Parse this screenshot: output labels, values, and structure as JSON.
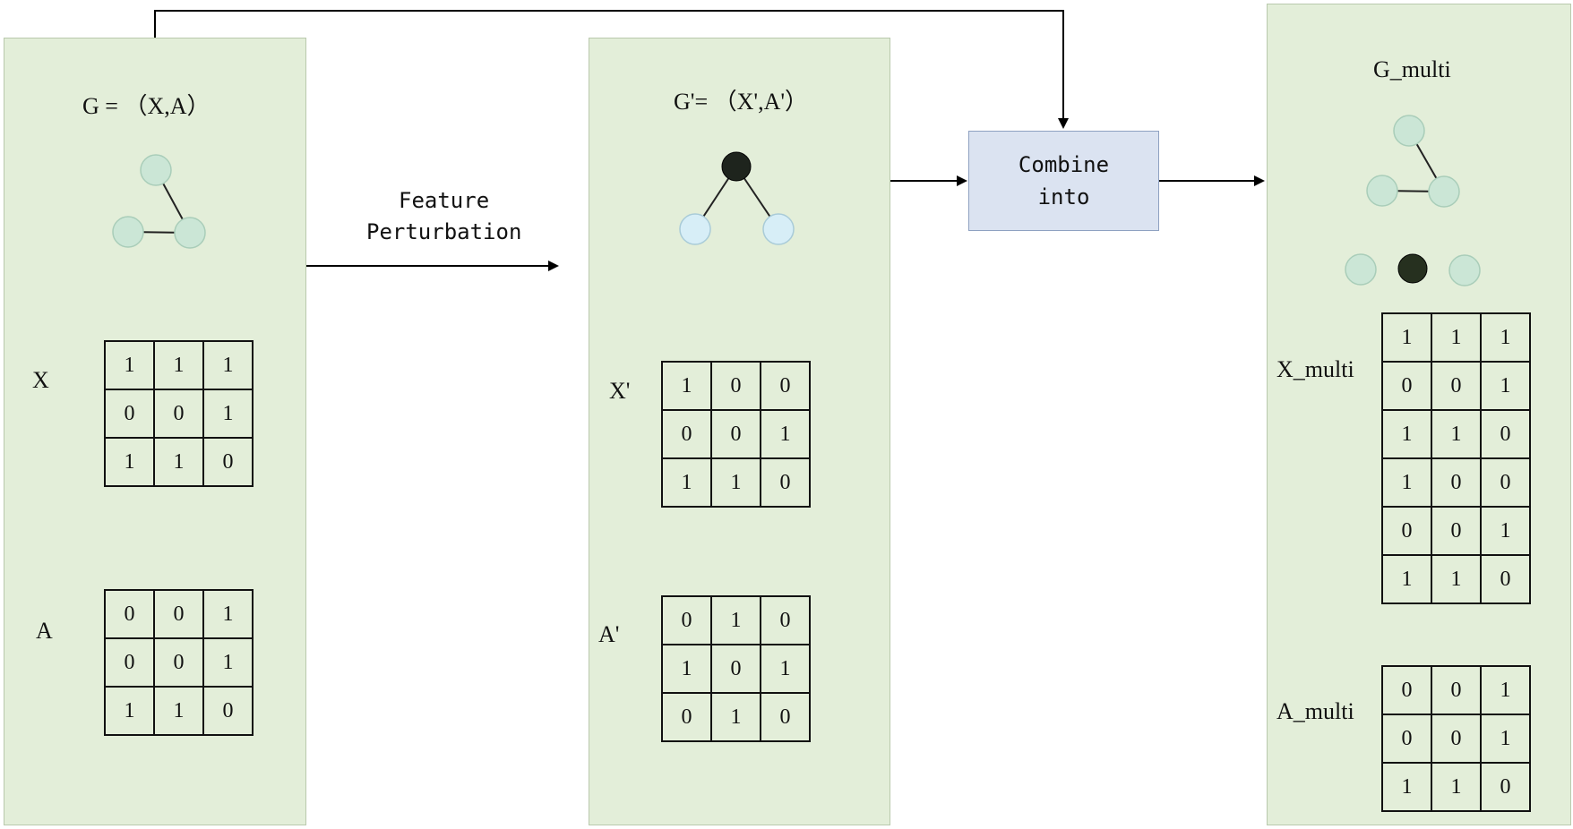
{
  "graph_original": {
    "title": "G = （X,A）",
    "x_label": "X",
    "a_label": "A",
    "x_matrix": [
      [
        "1",
        "1",
        "1"
      ],
      [
        "0",
        "0",
        "1"
      ],
      [
        "1",
        "1",
        "0"
      ]
    ],
    "a_matrix": [
      [
        "0",
        "0",
        "1"
      ],
      [
        "0",
        "0",
        "1"
      ],
      [
        "1",
        "1",
        "0"
      ]
    ]
  },
  "feature_perturbation": {
    "line1": "Feature",
    "line2": "Perturbation"
  },
  "graph_perturbed": {
    "title": "G'= （X',A'）",
    "x_label": "X'",
    "a_label": "A'",
    "x_matrix": [
      [
        "1",
        "0",
        "0"
      ],
      [
        "0",
        "0",
        "1"
      ],
      [
        "1",
        "1",
        "0"
      ]
    ],
    "a_matrix": [
      [
        "0",
        "1",
        "0"
      ],
      [
        "1",
        "0",
        "1"
      ],
      [
        "0",
        "1",
        "0"
      ]
    ]
  },
  "combine": {
    "line1": "Combine",
    "line2": "into"
  },
  "graph_multi": {
    "title": "G_multi",
    "x_label": "X_multi",
    "a_label": "A_multi",
    "x_matrix": [
      [
        "1",
        "1",
        "1"
      ],
      [
        "0",
        "0",
        "1"
      ],
      [
        "1",
        "1",
        "0"
      ],
      [
        "1",
        "0",
        "0"
      ],
      [
        "0",
        "0",
        "1"
      ],
      [
        "1",
        "1",
        "0"
      ]
    ],
    "a_matrix": [
      [
        "0",
        "0",
        "1"
      ],
      [
        "0",
        "0",
        "1"
      ],
      [
        "1",
        "1",
        "0"
      ]
    ]
  },
  "colors": {
    "panel_fill": "#e3eed9",
    "node_green": "#cbe6d6",
    "node_blue": "#d7eef7",
    "node_dark": "#1e241d",
    "combine_fill": "#dbe3f1"
  }
}
